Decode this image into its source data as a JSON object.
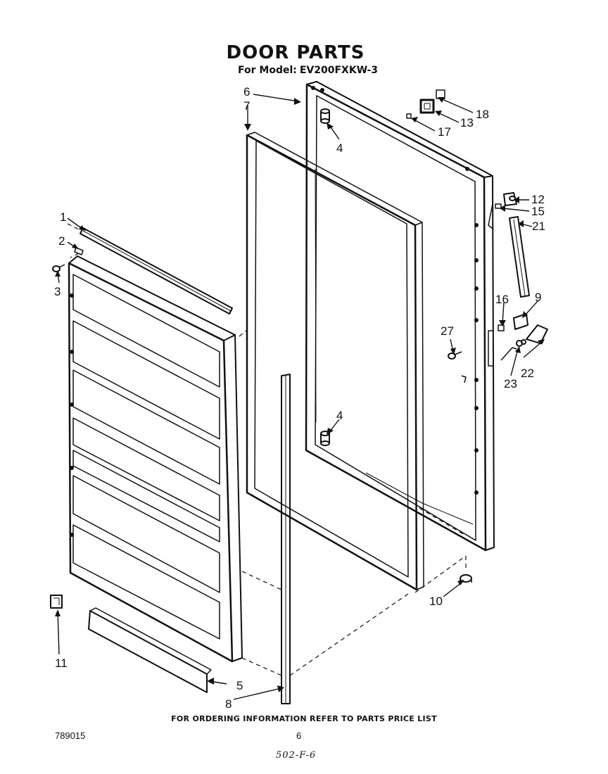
{
  "header": {
    "title": "DOOR PARTS",
    "model_prefix": "For Model:",
    "model_number": "EV200FXKW-3"
  },
  "callouts": {
    "c1": "1",
    "c2": "2",
    "c3": "3",
    "c4a": "4",
    "c4b": "4",
    "c5": "5",
    "c6": "6",
    "c7": "7",
    "c8": "8",
    "c9": "9",
    "c10": "10",
    "c11": "11",
    "c12": "12",
    "c13": "13",
    "c15": "15",
    "c16": "16",
    "c17": "17",
    "c18": "18",
    "c21": "21",
    "c22": "22",
    "c23": "23",
    "c27": "27"
  },
  "footer": {
    "ordering_note": "FOR ORDERING INFORMATION REFER TO PARTS PRICE LIST",
    "document_number": "789015",
    "page_number": "6",
    "handwritten_note": "502-F-6"
  }
}
